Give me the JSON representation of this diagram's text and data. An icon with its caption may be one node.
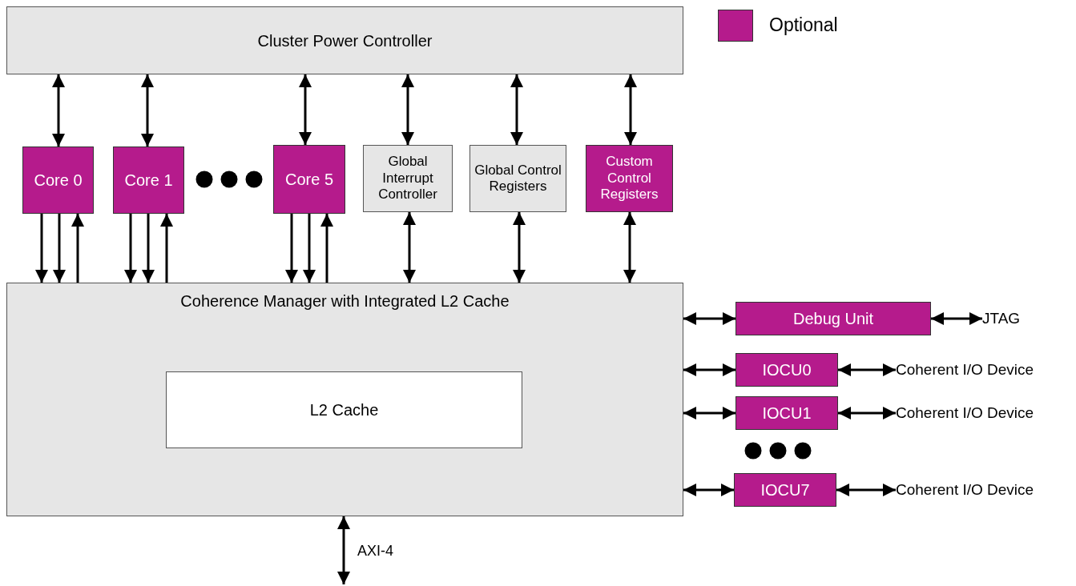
{
  "diagram": {
    "nodes": [
      {
        "text": [
          "Cluster Power Controller"
        ]
      },
      {
        "text": [
          "Core 0"
        ]
      },
      {
        "text": [
          "Core 1"
        ]
      },
      {
        "text": [
          "Core 5"
        ]
      },
      {
        "text": [
          "Global Interrupt Controller"
        ]
      },
      {
        "text": [
          "Global Control Registers"
        ]
      },
      {
        "text": [
          "Custom Control Registers"
        ]
      },
      {
        "text": [
          "Coherence Manager with Integrated L2 Cache"
        ]
      },
      {
        "text": [
          "L2 Cache"
        ],
        "in": 7
      },
      {
        "text": [
          "Debug Unit"
        ]
      },
      {
        "text": [
          "JTAG"
        ]
      },
      {
        "text": [
          "IOCU0"
        ]
      },
      {
        "text": [
          "Coherent I/O Device"
        ]
      },
      {
        "text": [
          "IOCU1"
        ]
      },
      {
        "text": [
          "Coherent I/O Device"
        ]
      },
      {
        "text": [
          "IOCU7"
        ]
      },
      {
        "text": [
          "Coherent I/O Device"
        ]
      }
    ],
    "edges": [
      {
        "from": 0,
        "to": 1,
        "arrow": "both"
      },
      {
        "from": 0,
        "to": 2,
        "arrow": "both"
      },
      {
        "from": 0,
        "to": 3,
        "arrow": "both"
      },
      {
        "from": 0,
        "to": 4,
        "arrow": "both"
      },
      {
        "from": 0,
        "to": 5,
        "arrow": "both"
      },
      {
        "from": 0,
        "to": 6,
        "arrow": "both"
      },
      {
        "from": 1,
        "to": 7,
        "arrow": "to"
      },
      {
        "from": 1,
        "to": 7,
        "arrow": "to"
      },
      {
        "from": 7,
        "to": 1,
        "arrow": "to"
      },
      {
        "from": 2,
        "to": 7,
        "arrow": "to"
      },
      {
        "from": 2,
        "to": 7,
        "arrow": "to"
      },
      {
        "from": 7,
        "to": 2,
        "arrow": "to"
      },
      {
        "from": 3,
        "to": 7,
        "arrow": "to"
      },
      {
        "from": 3,
        "to": 7,
        "arrow": "to"
      },
      {
        "from": 7,
        "to": 3,
        "arrow": "to"
      },
      {
        "from": 4,
        "to": 7,
        "arrow": "both"
      },
      {
        "from": 5,
        "to": 7,
        "arrow": "both"
      },
      {
        "from": 6,
        "to": 7,
        "arrow": "both"
      },
      {
        "from": 7,
        "to": 9,
        "arrow": "both"
      },
      {
        "from": 9,
        "to": 10,
        "arrow": "both"
      },
      {
        "from": 7,
        "to": 11,
        "arrow": "both"
      },
      {
        "from": 11,
        "to": 12,
        "arrow": "both"
      },
      {
        "from": 7,
        "to": 13,
        "arrow": "both"
      },
      {
        "from": 13,
        "to": 14,
        "arrow": "both"
      },
      {
        "from": 7,
        "to": 15,
        "arrow": "both"
      },
      {
        "from": 15,
        "to": 16,
        "arrow": "both"
      },
      {
        "from": 7,
        "to": null,
        "arrow": "both",
        "label": "AXI-4"
      }
    ],
    "legend": [
      {
        "text": "Optional",
        "color": "#b51b8c"
      }
    ]
  }
}
